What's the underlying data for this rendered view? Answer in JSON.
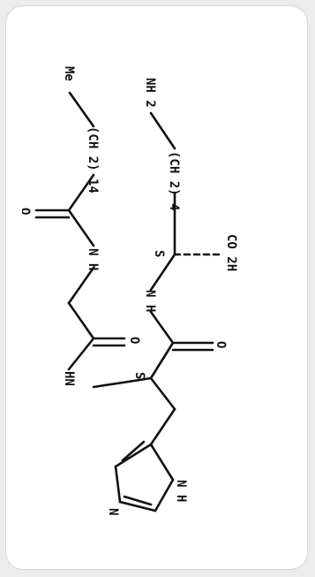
{
  "molecule": {
    "labels": {
      "me": "Me",
      "ch2_top": "(CH 2) 14",
      "ch2_mid": "(CH 2) 4",
      "nh2": "NH 2",
      "co2h": "CO 2H",
      "s_top": "S",
      "s_mid": "S",
      "nh_top": "N H",
      "nh_right": "N H",
      "o_top": "O",
      "o_mid": "O",
      "o_right": "O",
      "hn_mid": "HN",
      "nh_ring": "N H",
      "n_ring": "N"
    }
  },
  "colors": {
    "ink": "#111111",
    "card": "#ffffff",
    "page": "#ececec"
  }
}
